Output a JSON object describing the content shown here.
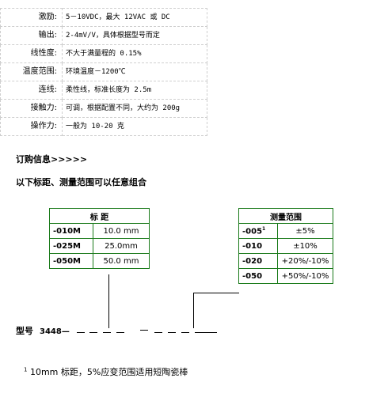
{
  "specs": [
    {
      "label": "激励:",
      "value": "5－10VDC，最大 12VAC 或 DC"
    },
    {
      "label": "输出:",
      "value": "2-4mV/V，具体根据型号而定"
    },
    {
      "label": "线性度:",
      "value": "不大于满量程的 0.15%"
    },
    {
      "label": "温度范围:",
      "value": "环境温度－1200℃"
    },
    {
      "label": "连线:",
      "value": "柔性线，标准长度为 2.5m"
    },
    {
      "label": "接触力:",
      "value": "可调，根据配置不同，大约为 200g"
    },
    {
      "label": "操作力:",
      "value": "一般为 10-20 克"
    }
  ],
  "ordering_heading": "订购信息>>>>>",
  "combo_heading": "以下标距、测量范围可以任意组合",
  "gauge_table": {
    "header": "标  距",
    "rows": [
      {
        "code": "-010M",
        "value": "10.0 mm"
      },
      {
        "code": "-025M",
        "value": "25.0mm"
      },
      {
        "code": "-050M",
        "value": "50.0 mm"
      }
    ]
  },
  "range_table": {
    "header": "测量范围",
    "rows": [
      {
        "code": "-005",
        "sup": "1",
        "value": "±5%"
      },
      {
        "code": "-010",
        "sup": "",
        "value": "±10%"
      },
      {
        "code": "-020",
        "sup": "",
        "value": "+20%/-10%"
      },
      {
        "code": "-050",
        "sup": "",
        "value": "+50%/-10%"
      }
    ]
  },
  "model": {
    "label": "型号",
    "number": "3448—"
  },
  "footnote": {
    "sup": "1",
    "text": "10mm 标距，5%应变范围适用短陶瓷棒"
  }
}
